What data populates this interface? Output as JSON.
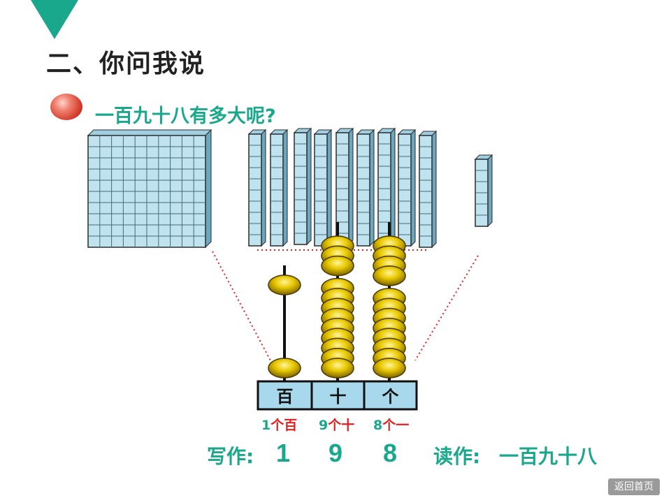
{
  "section_title": "二、你问我说",
  "question": "一百九十八有多大呢?",
  "abacus": {
    "places": [
      {
        "label": "百",
        "count": 1,
        "count_text": "1",
        "unit_text": "个百",
        "written_digit": "1"
      },
      {
        "label": "十",
        "count": 9,
        "count_text": "9",
        "unit_text": "个十",
        "written_digit": "9"
      },
      {
        "label": "个",
        "count": 8,
        "count_text": "8",
        "unit_text": "个一",
        "written_digit": "8"
      }
    ]
  },
  "blocks": {
    "hundreds_squares": 1,
    "tens_rods": 9,
    "ones_cubes": 6
  },
  "write_label": "写作:",
  "read_label": "读作:",
  "read_value": "一百九十八",
  "back_button": "返回首页",
  "colors": {
    "accent": "#1aa88c",
    "red": "#e02020",
    "block_fill": "#bfe3ef",
    "bead": "#d9b800",
    "place_fill": "#a8d8ec"
  }
}
